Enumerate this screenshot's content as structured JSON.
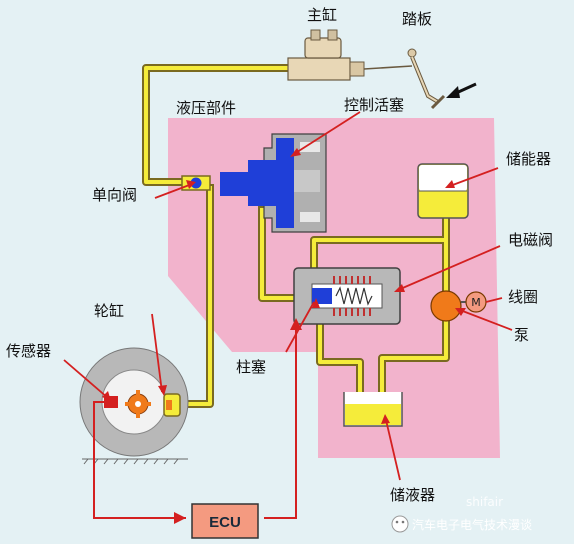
{
  "labels": {
    "master_cylinder": "主缸",
    "pedal": "踏板",
    "hydraulic_unit": "液压部件",
    "control_piston": "控制活塞",
    "accumulator": "储能器",
    "check_valve": "单向阀",
    "solenoid_valve": "电磁阀",
    "coil": "线圈",
    "wheel_cylinder": "轮缸",
    "pump": "泵",
    "sensor": "传感器",
    "plunger": "柱塞",
    "reservoir": "储液器",
    "ecu": "ECU",
    "motor": "M"
  },
  "watermark": {
    "text": "汽车电子电气技术漫谈",
    "site": "shifair"
  },
  "colors": {
    "background": "#e4f1f4",
    "housing": "#f2b3cc",
    "fluid": "#f5ec3a",
    "piston": "#1f3fd8",
    "pipe_outline": "#7a6a20",
    "wire": "#d42020",
    "pump": "#f07a1a",
    "ecu": "#f49a80"
  }
}
